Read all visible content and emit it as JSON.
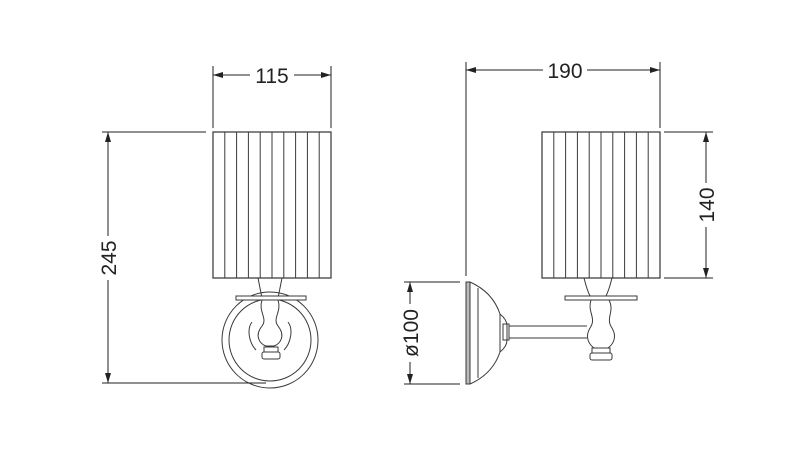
{
  "drawing": {
    "front_view": {
      "width_label": "115",
      "height_label": "245"
    },
    "side_view": {
      "depth_label": "190",
      "shade_height_label": "140",
      "backplate_diameter_label": "ø100"
    },
    "line_color": "#333333"
  }
}
